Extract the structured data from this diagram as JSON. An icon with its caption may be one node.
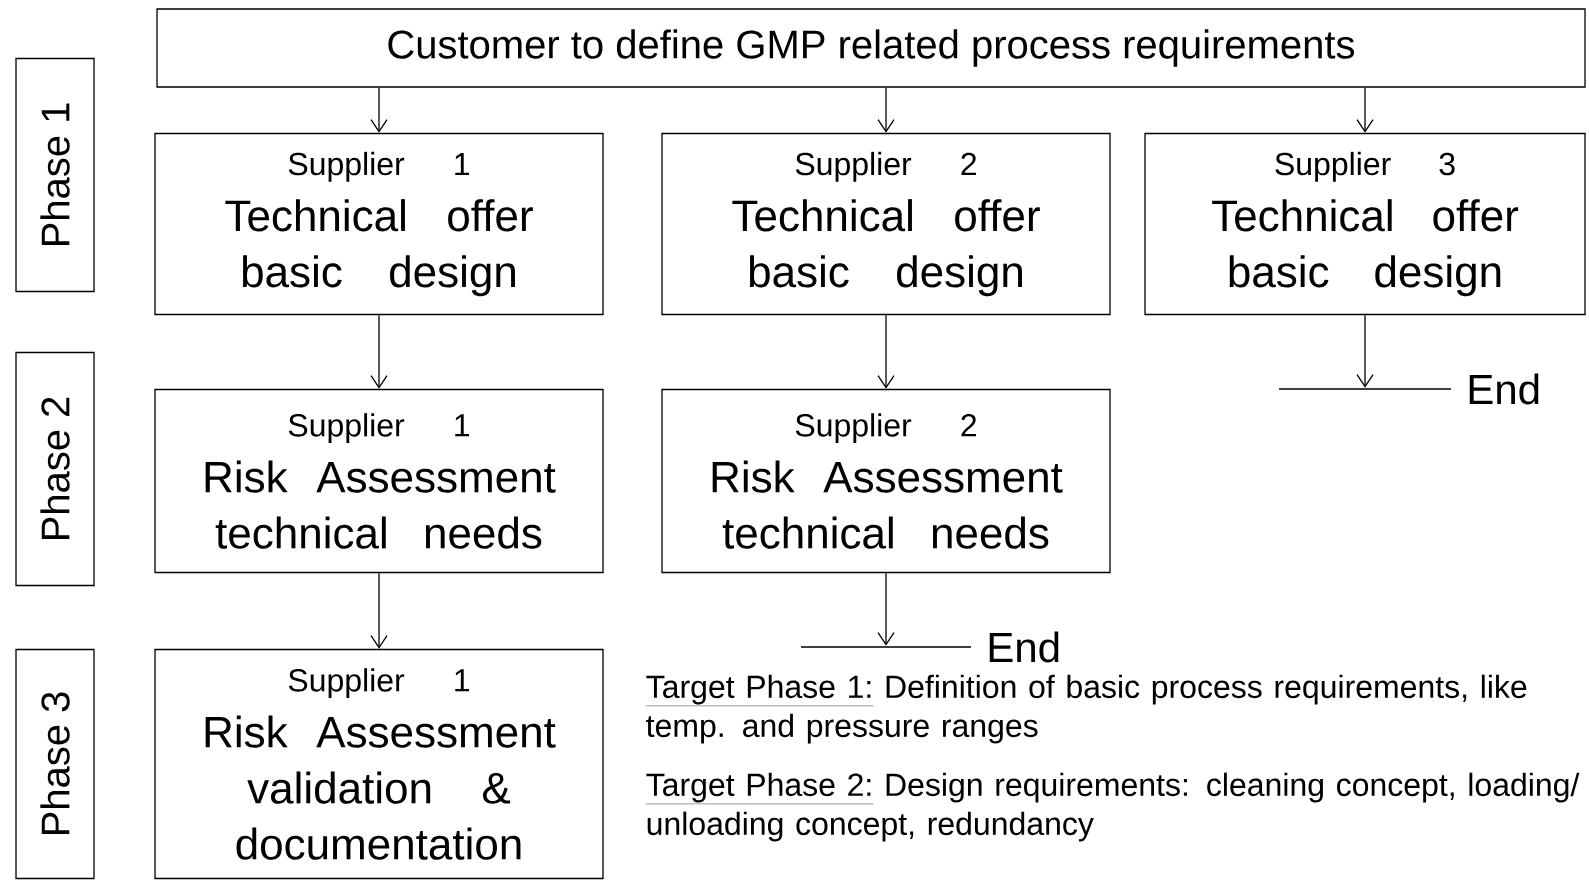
{
  "diagram": {
    "nodes": [
      {
        "text": [
          "Customer to define GMP related process requirements"
        ]
      },
      {
        "text": [
          "Phase 1"
        ]
      },
      {
        "text": [
          "Supplier 1",
          "Technical offer basic design"
        ]
      },
      {
        "text": [
          "Supplier 2",
          "Technical offer basic design"
        ]
      },
      {
        "text": [
          "Supplier 3",
          "Technical offer basic design"
        ]
      },
      {
        "text": [
          "Phase 2"
        ]
      },
      {
        "text": [
          "Supplier 1",
          "Risk Assessment technical needs"
        ]
      },
      {
        "text": [
          "Supplier 2",
          "Risk Assessment technical needs"
        ]
      },
      {
        "text": [],
        "shape": "bar",
        "beside": [
          "End"
        ]
      },
      {
        "text": [
          "Phase 3"
        ]
      },
      {
        "text": [
          "Supplier 1",
          "Risk Assessment validation & documentation"
        ]
      },
      {
        "text": [],
        "shape": "bar",
        "beside": [
          "End"
        ]
      }
    ],
    "edges": [
      {
        "from": 0,
        "to": 2,
        "arrow": "to"
      },
      {
        "from": 0,
        "to": 3,
        "arrow": "to"
      },
      {
        "from": 0,
        "to": 4,
        "arrow": "to"
      },
      {
        "from": 2,
        "to": 6,
        "arrow": "to"
      },
      {
        "from": 3,
        "to": 7,
        "arrow": "to"
      },
      {
        "from": 4,
        "to": 8,
        "arrow": "to"
      },
      {
        "from": 6,
        "to": 10,
        "arrow": "to"
      },
      {
        "from": 7,
        "to": 11,
        "arrow": "to"
      }
    ],
    "labels": [
      "Target Phase 1:",
      "Definition of basic process requirements, like temp. and pressure ranges",
      "Target Phase 2:",
      "Design requirements: cleaning concept, loading/ unloading concept, redundancy"
    ]
  }
}
